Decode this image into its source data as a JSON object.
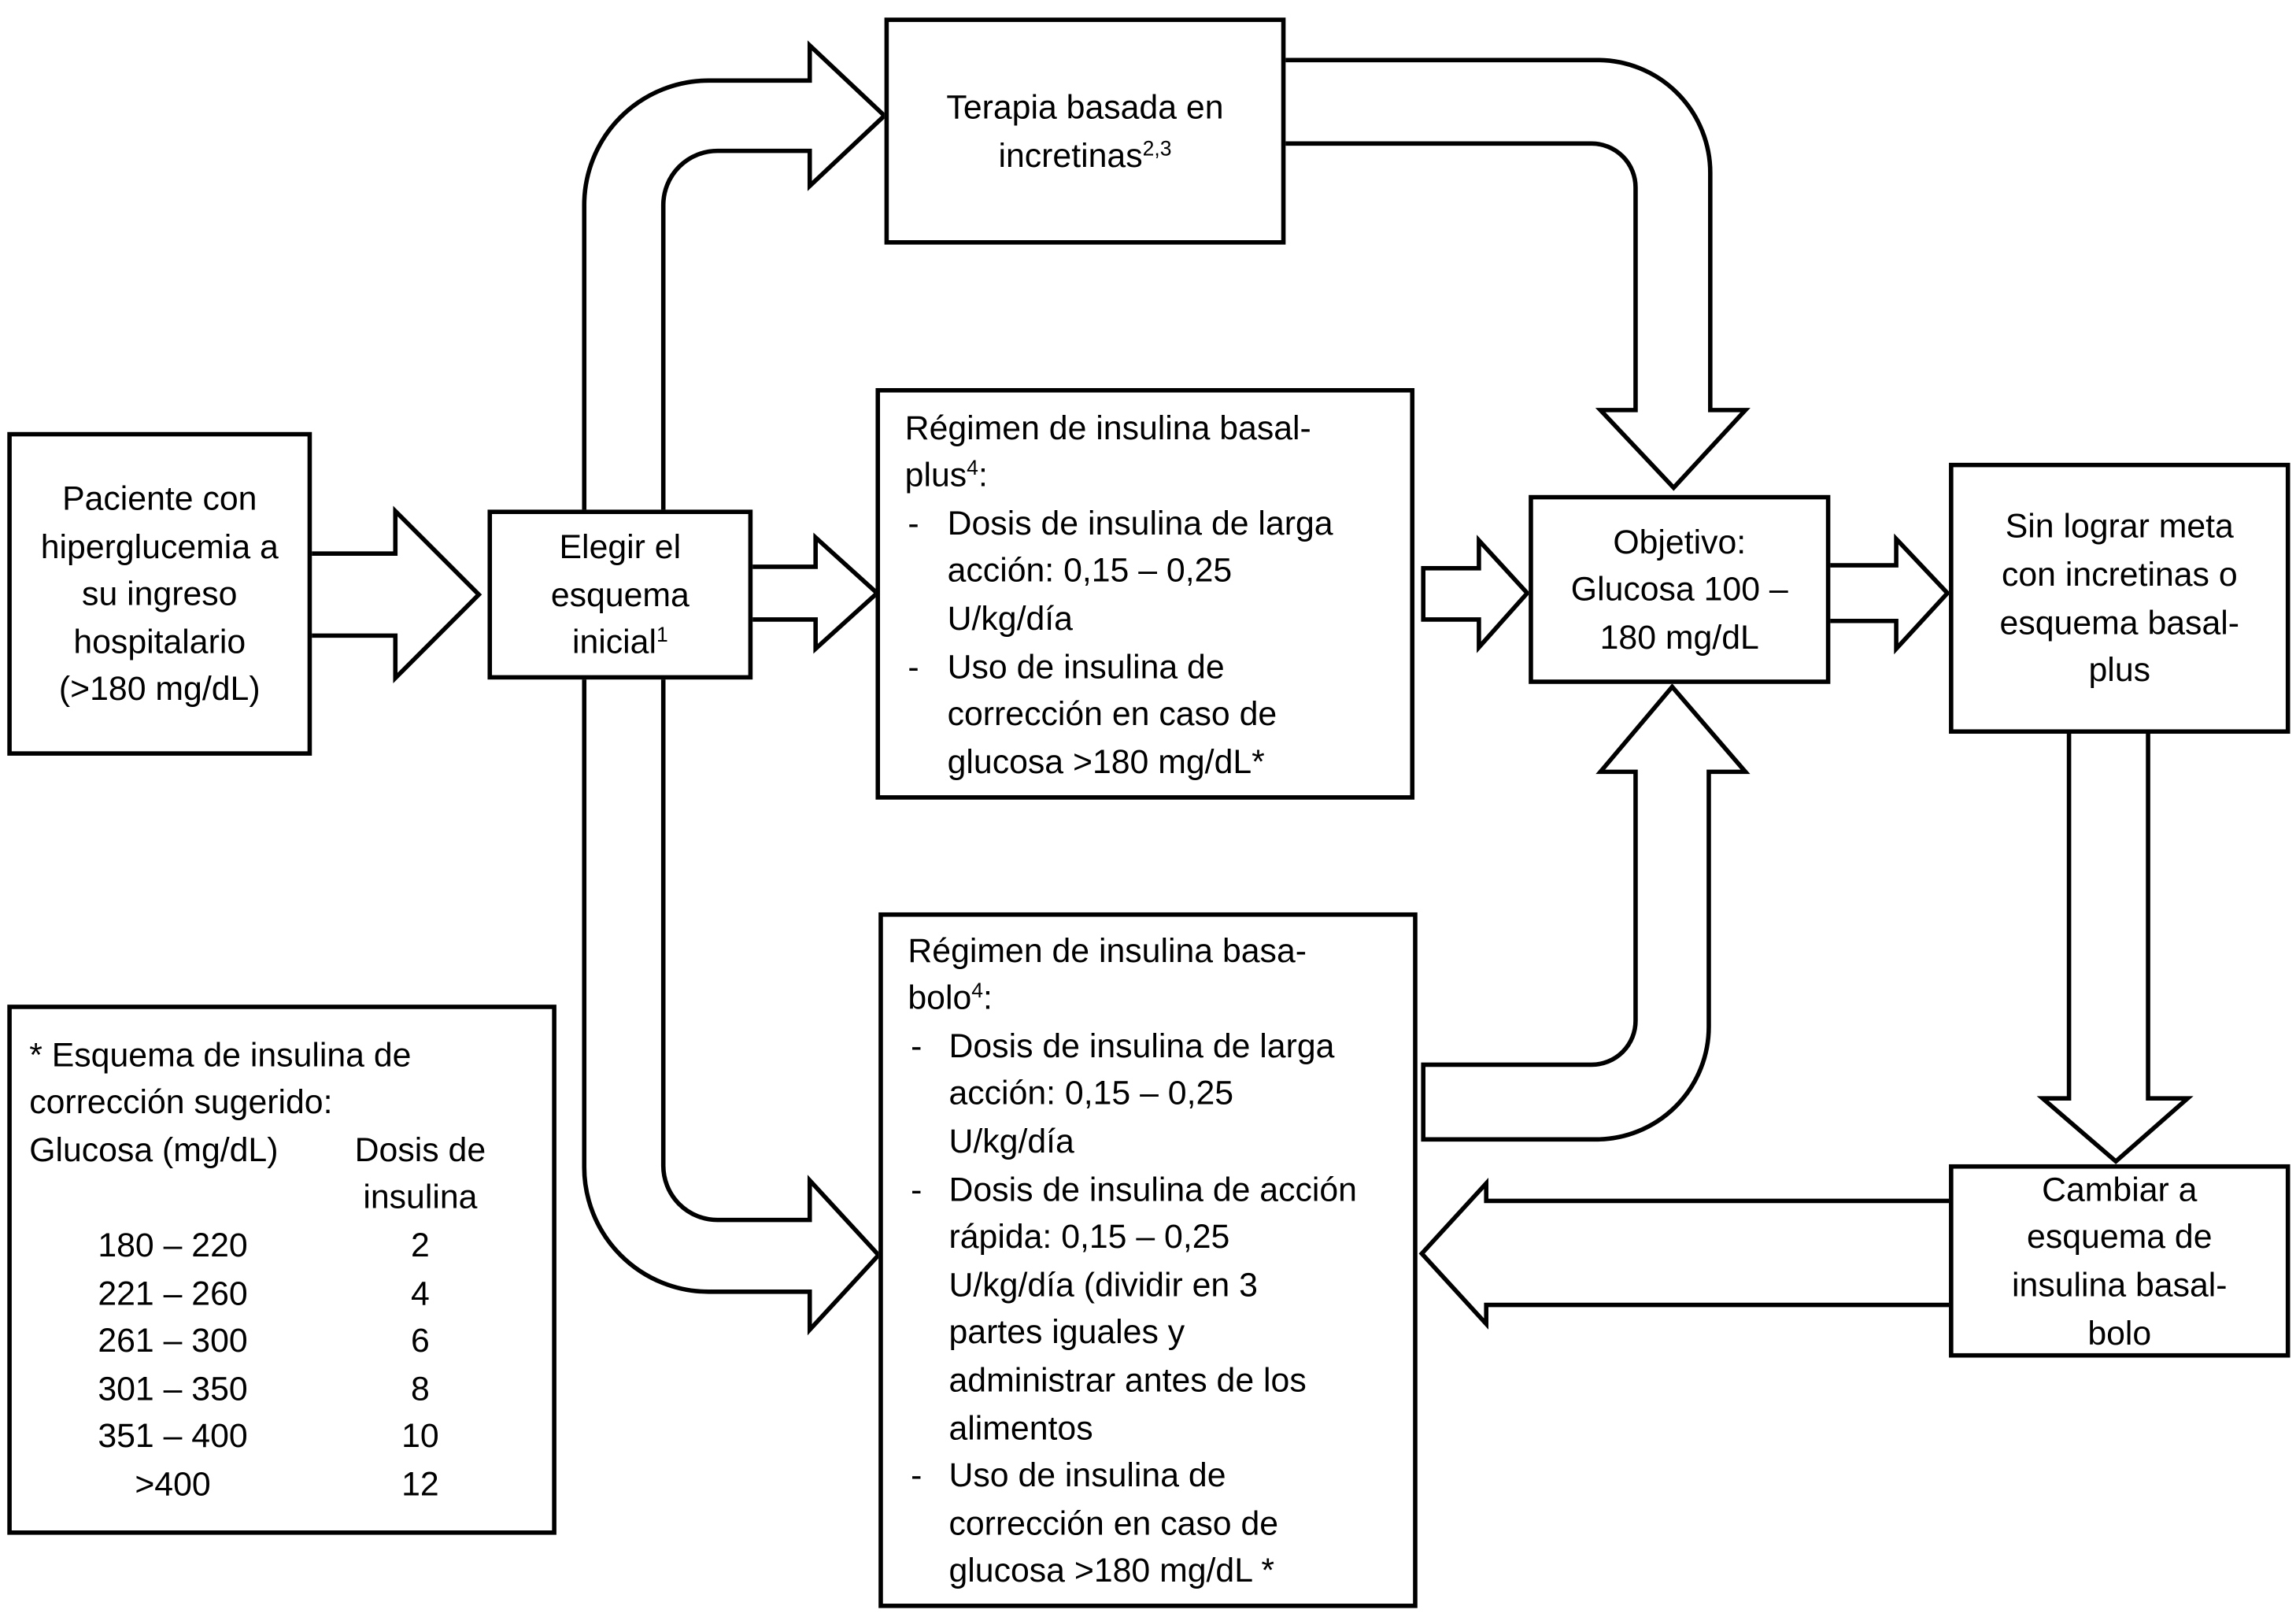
{
  "patient_box": {
    "lines": [
      "Paciente con",
      "hiperglucemia a",
      "su ingreso",
      "hospitalario",
      "(>180 mg/dL)"
    ]
  },
  "choose_box": {
    "lines": [
      "Elegir el",
      "esquema",
      "inicial"
    ],
    "sup": "1"
  },
  "incretin_box": {
    "lines": [
      "Terapia basada en",
      "incretinas"
    ],
    "sup": "2,3"
  },
  "basal_plus_box": {
    "title": [
      "Régimen de insulina basal-",
      "plus"
    ],
    "sup": "4",
    "title_end": ":",
    "bullets": [
      {
        "marker": "-",
        "lines": [
          "Dosis de insulina de larga",
          "acción: 0,15 – 0,25",
          "U/kg/día"
        ]
      },
      {
        "marker": "-",
        "lines": [
          "Uso de insulina de",
          "corrección en caso de",
          "glucosa >180 mg/dL*"
        ]
      }
    ]
  },
  "goal_box": {
    "lines": [
      "Objetivo:",
      "Glucosa 100 –",
      "180 mg/dL"
    ]
  },
  "not_met_box": {
    "lines": [
      "Sin lograr meta",
      "con incretinas o",
      "esquema basal-",
      "plus"
    ]
  },
  "switch_box": {
    "lines": [
      "Cambiar a",
      "esquema de",
      "insulina basal-",
      "bolo"
    ]
  },
  "basal_bolus_box": {
    "title": [
      "Régimen de insulina basa-",
      "bolo"
    ],
    "sup": "4",
    "title_end": ":",
    "bullets": [
      {
        "marker": "-",
        "lines": [
          "Dosis de insulina de larga",
          "acción: 0,15 – 0,25",
          "U/kg/día"
        ]
      },
      {
        "marker": "-",
        "lines": [
          "Dosis de insulina de acción",
          "rápida: 0,15 – 0,25",
          "U/kg/día (dividir en 3",
          "partes iguales y",
          "administrar antes de los",
          "alimentos"
        ]
      },
      {
        "marker": "-",
        "lines": [
          "Uso de insulina de",
          "corrección en caso de",
          "glucosa >180 mg/dL *"
        ]
      }
    ]
  },
  "correction_table": {
    "title": [
      "* Esquema de insulina de",
      "corrección sugerido:"
    ],
    "col1_header": "Glucosa (mg/dL)",
    "col2_header": [
      "Dosis de",
      "insulina"
    ],
    "rows": [
      {
        "glucose": "180 – 220",
        "dose": "2"
      },
      {
        "glucose": "221 – 260",
        "dose": "4"
      },
      {
        "glucose": "261 – 300",
        "dose": "6"
      },
      {
        "glucose": "301 – 350",
        "dose": "8"
      },
      {
        "glucose": "351 – 400",
        "dose": "10"
      },
      {
        "glucose": ">400",
        "dose": "12"
      }
    ]
  }
}
